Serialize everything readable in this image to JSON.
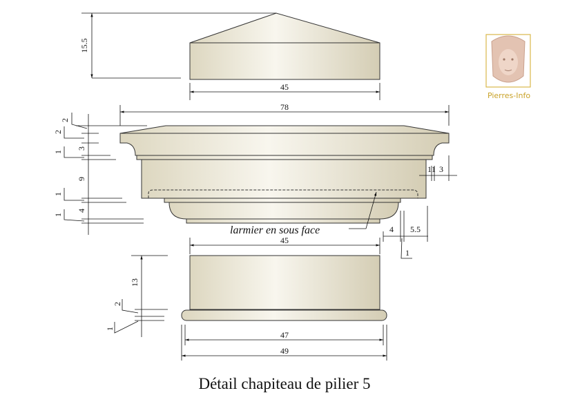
{
  "title": "Détail chapiteau de pilier 5",
  "annotation": "larmier en sous face",
  "logo": {
    "text": "Pierres-Info",
    "color": "#c9a227"
  },
  "colors": {
    "stone": "#ece8d8",
    "line": "#111111"
  },
  "dimensions": {
    "cap_height": "15.5",
    "cap_width": "45",
    "capital_width": "78",
    "left": [
      "2",
      "2",
      "3",
      "1",
      "9",
      "1",
      "4",
      "1"
    ],
    "right_top": [
      "1",
      "1",
      "3"
    ],
    "right_bottom": [
      "4",
      "5.5",
      "1"
    ],
    "base_top_width": "45",
    "base_height": "13",
    "base_small": [
      "2",
      "1"
    ],
    "base_width_inner": "47",
    "base_width_outer": "49"
  }
}
